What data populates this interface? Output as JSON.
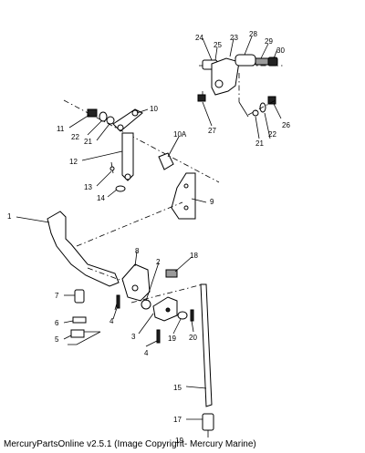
{
  "callouts": {
    "c1": "1",
    "c2": "2",
    "c3": "3",
    "c4a": "4",
    "c4b": "4",
    "c5": "5",
    "c6": "6",
    "c7": "7",
    "c8": "8",
    "c9": "9",
    "c10": "10",
    "c10a": "10A",
    "c11": "11",
    "c12": "12",
    "c13": "13",
    "c14": "14",
    "c15": "15",
    "c17": "17",
    "c18": "18",
    "c19": "19",
    "c19b": "19",
    "c20": "20",
    "c21a": "21",
    "c21b": "21",
    "c22a": "22",
    "c22b": "22",
    "c23": "23",
    "c24": "24",
    "c25": "25",
    "c26": "26",
    "c27": "27",
    "c28": "28",
    "c29": "29",
    "c30": "30"
  },
  "footer": {
    "text": "MercuryPartsOnline v2.5.1 (Image Copyright- Mercury Marine)"
  }
}
